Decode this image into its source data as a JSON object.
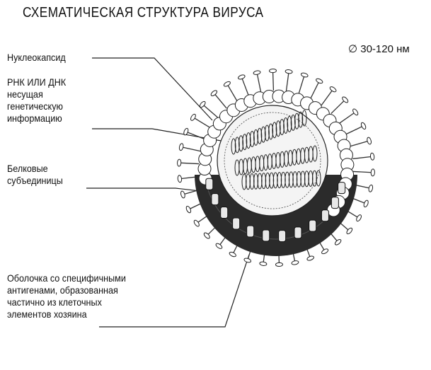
{
  "title": "СХЕМАТИЧЕСКАЯ СТРУКТУРА ВИРУСА",
  "diameter": "∅ 30-120 нм",
  "labels": {
    "nucleocapsid": "Нуклеокапсид",
    "nucleic_acid": [
      "РНК ИЛИ ДНК",
      "несущая",
      "генетическую",
      "информацию"
    ],
    "protein_subunits": [
      "Белковые",
      "субъединицы"
    ],
    "envelope": [
      "Оболочка со специфичными",
      "антигенами, образованная",
      "частично из клеточных",
      "элементов хозяина"
    ]
  }
}
